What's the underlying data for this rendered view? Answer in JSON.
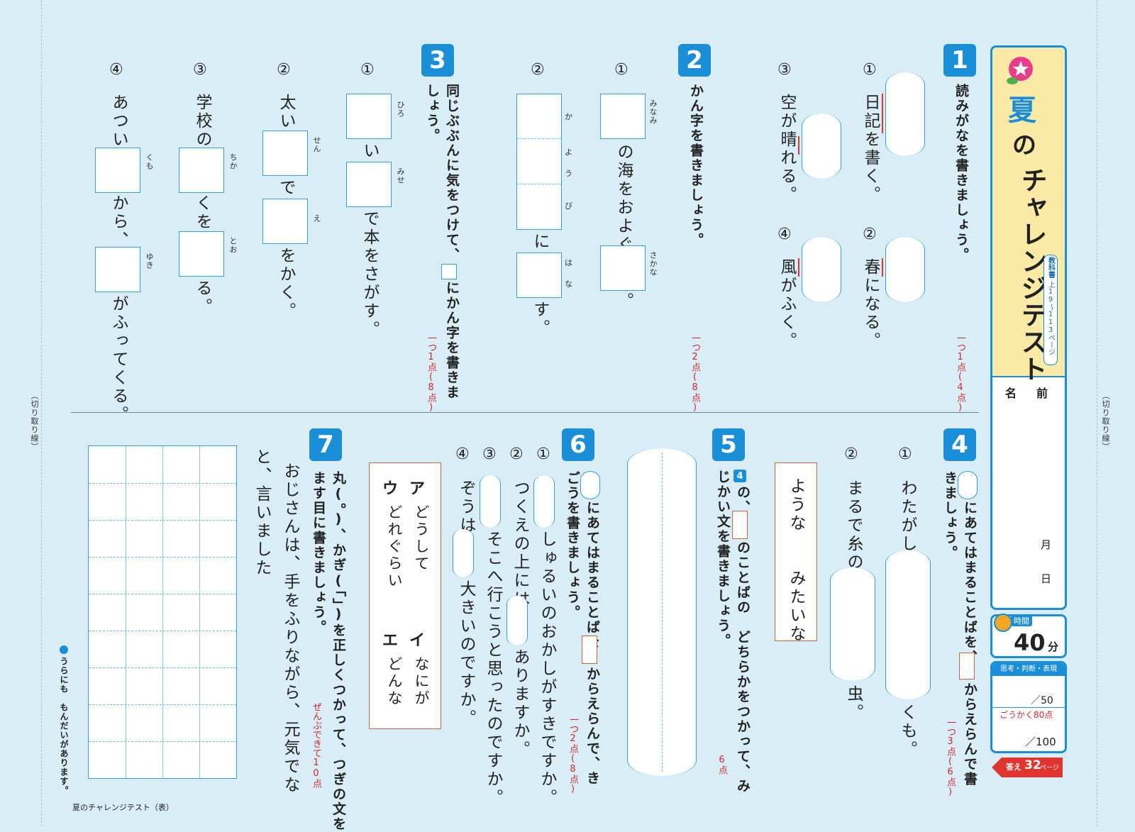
{
  "header": {
    "season": "夏",
    "no": "の",
    "title": "チャレンジテスト",
    "textbook_label": "教科書",
    "textbook_pages": "上19～113ページ",
    "name_label": "名　前",
    "month_label": "月",
    "day_label": "日",
    "time_label": "時間",
    "time_value": "40",
    "time_unit": "分",
    "score_category": "思考・判断・表現",
    "score_max1": "／50",
    "pass_label": "ごうかく80点",
    "score_max2": "／100",
    "answer_label": "答え",
    "answer_page": "32",
    "answer_unit": "ページ"
  },
  "cut_line": "（切り取り線）",
  "footer_title": "夏のチャレンジテスト（表）",
  "footer_back": "うらにも　もんだいがあります。",
  "q1": {
    "num": "1",
    "instruction": "読みがなを書きましょう。",
    "points": "一つ1点(4点)",
    "items": [
      {
        "mark": "①",
        "text": "日記を書く。"
      },
      {
        "mark": "②",
        "text": "春になる。"
      },
      {
        "mark": "③",
        "text": "空が晴れる。"
      },
      {
        "mark": "④",
        "text": "風がふく。"
      }
    ]
  },
  "q2": {
    "num": "2",
    "instruction": "かん字を書きましょう。",
    "points": "一つ2点(8点)",
    "item1_mark": "①",
    "item1_text1": "の海をおよぐ",
    "item1_text2": "。",
    "item1_furi1": "みなみ",
    "item1_furi2": "さかな",
    "item2_mark": "②",
    "item2_text1": "に",
    "item2_text2": "す。",
    "item2_furi1": "か",
    "item2_furi2": "よ",
    "item2_furi3": "う",
    "item2_furi4": "び",
    "item2_furi5": "は",
    "item2_furi6": "な"
  },
  "q3": {
    "num": "3",
    "instruction_a": "同じぶぶんに気をつけて、",
    "instruction_b": "にかん字を書きま",
    "instruction_c": "しょう。",
    "points": "一つ1点(8点)",
    "items": [
      {
        "mark": "①",
        "t1": "い",
        "t2": "で本をさがす。",
        "f1": "ひろ",
        "f2": "みせ"
      },
      {
        "mark": "②",
        "t0": "太い",
        "t1": "で",
        "t2": "をかく。",
        "f1": "せん",
        "f2": "え"
      },
      {
        "mark": "③",
        "t0": "学校の",
        "t1": "くを",
        "t2": "る。",
        "f1": "ちか",
        "f2": "とお"
      },
      {
        "mark": "④",
        "t0": "あつい",
        "t1": "から、",
        "t2": "がふってくる。",
        "f1": "くも",
        "f2": "ゆき"
      }
    ]
  },
  "q4": {
    "num": "4",
    "instruction_a": "にあてはまることばを、",
    "instruction_b": "からえらんで書",
    "instruction_c": "きましょう。",
    "points": "一つ3点(6点)",
    "item1_mark": "①",
    "item1_a": "わたがし",
    "item1_b": "くも。",
    "item2_mark": "②",
    "item2_a": "まるで糸の",
    "item2_b": "虫。",
    "choices": "ような　　みたいな"
  },
  "q5": {
    "num": "5",
    "ref": "4",
    "instruction_a": "の、",
    "instruction_b": "のことばの　どちらかをつかって、み",
    "instruction_c": "じかい文を書きましょう。",
    "points": "6点"
  },
  "q6": {
    "num": "6",
    "instruction_a": "にあてはまることばを",
    "instruction_b": "からえらんで、き",
    "instruction_c": "ごうを書きましょう。",
    "points": "一つ2点(8点)",
    "item1_mark": "①",
    "item1_b": "しゅるいのおかしがすきですか。",
    "item2_mark": "②",
    "item2_a": "つくえの上には",
    "item2_b": "ありますか。",
    "item3_mark": "③",
    "item3_b": "そこへ行こうと思ったのですか。",
    "item4_mark": "④",
    "item4_a": "ぞうは",
    "item4_b": "大きいのですか。",
    "choice_a_label": "ア",
    "choice_a": "どうして",
    "choice_i_label": "イ",
    "choice_i": "なにが",
    "choice_u_label": "ウ",
    "choice_u": "どれぐらい",
    "choice_e_label": "エ",
    "choice_e": "どんな"
  },
  "q7": {
    "num": "7",
    "instruction_a": "丸(。)、かぎ(「」)を正しくつかって、つぎの文を",
    "instruction_b": "ます目に書きましょう。",
    "points": "ぜんぶできて10点",
    "line1": "おじさんは、手をふりながら、元気でな",
    "line2": "と、言いました"
  }
}
